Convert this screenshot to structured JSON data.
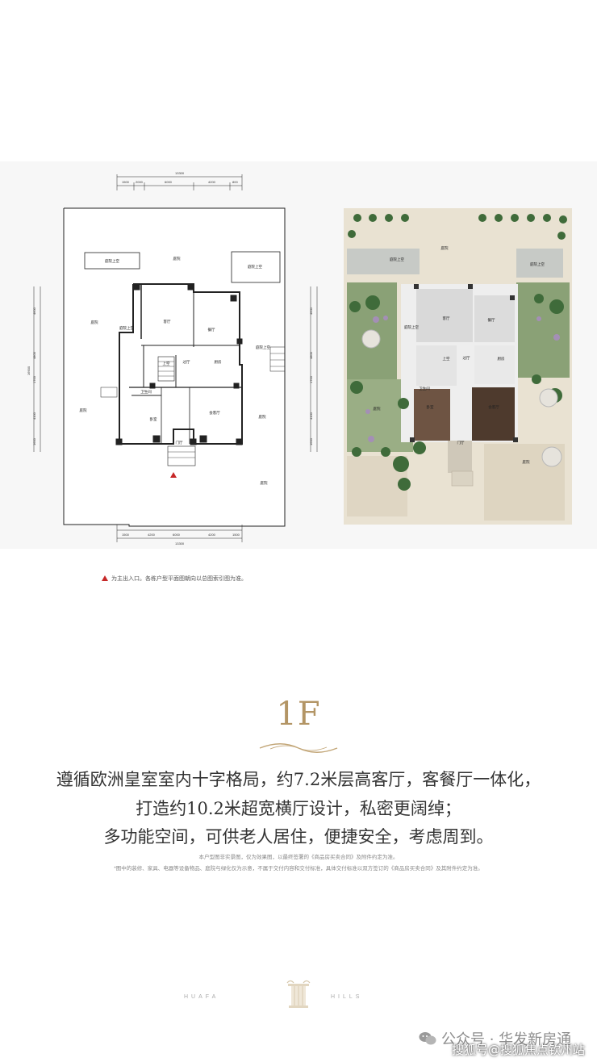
{
  "plan": {
    "dims_top_total": "13300",
    "dims_top": [
      "1500",
      "2000",
      "6000",
      "4200",
      "800"
    ],
    "dims_bottom": [
      "1500",
      "4200",
      "6000",
      "4200",
      "1500"
    ],
    "dims_bottom_total": "13300",
    "dims_left": [
      "4600",
      "4800",
      "1700",
      "4100",
      "1600"
    ],
    "dims_side_total": "16900",
    "rooms": {
      "courtyard_top": "庭院",
      "terrace_left": "庭院上空",
      "terrace_right": "庭院上空",
      "yard_left_upper": "庭院",
      "yard_left_lower": "庭院",
      "yard_right": "庭院",
      "yard_bottom": "庭院",
      "living": "客厅",
      "dining": "餐厅",
      "stair": "上空",
      "passage": "过厅",
      "kitchen": "厨房",
      "bath": "卫生间",
      "bedroom": "卧室",
      "guest_room": "会客厅",
      "foyer": "门厅",
      "side_court": "庭院上空",
      "light_well": "庭院上空"
    }
  },
  "render": {
    "labels": {
      "court_top": "庭院",
      "terrace_left": "庭院上空",
      "terrace_right": "庭院上空",
      "living": "客厅",
      "dining": "餐厅",
      "stair": "上空",
      "passage": "过厅",
      "kitchen": "厨房",
      "bath": "卫生间",
      "bedroom": "卧室",
      "guest": "会客厅",
      "foyer": "门厅",
      "court_left": "庭院",
      "court_right": "庭院",
      "side_court": "庭院上空"
    }
  },
  "note": "为主出入口。各栋户型平面图朝向以总图索引图为准。",
  "floor_label": "1F",
  "description": [
    "遵循欧洲皇室室内十字格局，约7.2米层高客厅，客餐厅一体化，",
    "打造约10.2米超宽横厅设计，私密更阔绰；",
    "多功能空间，可供老人居住，便捷安全，考虑周到。"
  ],
  "fine_print": [
    "本户型图非实景图，仅为效果图，以最终签署的《商品房买卖合同》及附件约定为准。",
    "*图中的装修、家具、电器等设备物品、庭院与绿化仅为示意，不属于交付内容和交付标准，具体交付标准以双方签订的《商品房买卖合同》及其附件约定为准。"
  ],
  "brand_left": "HUAFA",
  "brand_right": "HILLS",
  "watermark_account": "公众号 · 华发新房通",
  "watermark_site": "搜狐号@搜狐焦点钦州站",
  "colors": {
    "gold": "#b39565",
    "text": "#333333",
    "marker": "#c62828",
    "grass": "#7f9a6b",
    "wood": "#5b3e2b"
  }
}
